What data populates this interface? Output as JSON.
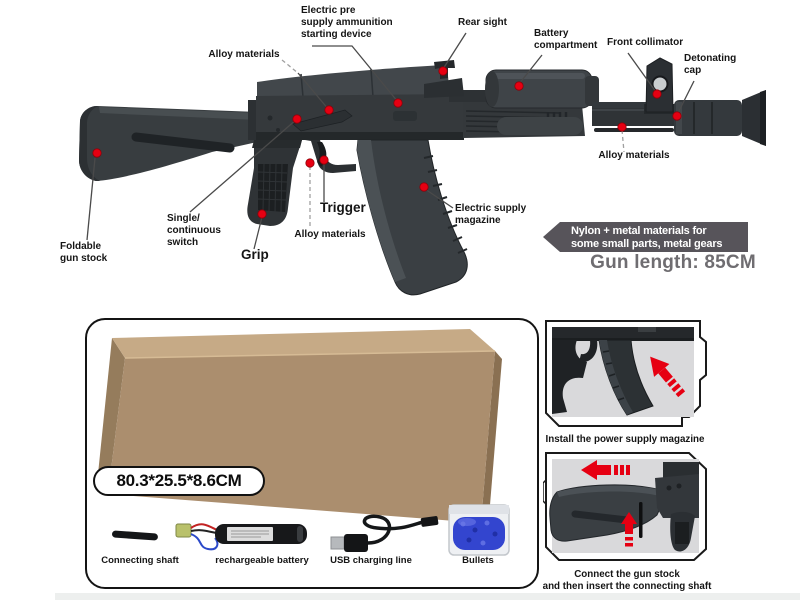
{
  "diagram": {
    "labels": {
      "alloy_top": "Alloy materials",
      "electric_pre": "Electric pre\nsupply ammunition\nstarting device",
      "rear_sight": "Rear sight",
      "battery": "Battery\ncompartment",
      "front_collimator": "Front collimator",
      "detonating_cap": "Detonating\ncap",
      "alloy_barrel": "Alloy materials",
      "magazine": "Electric supply\nmagazine",
      "trigger": "Trigger",
      "alloy_trigger": "Alloy materials",
      "selector": "Single/\ncontinuous\nswitch",
      "grip": "Grip",
      "stock": "Foldable\ngun stock"
    },
    "materials_banner": "Nylon + metal materials for\nsome small parts, metal gears",
    "gun_length": "Gun length: 85CM"
  },
  "package": {
    "box_dimensions": "80.3*25.5*8.6CM",
    "accessories": {
      "connecting_shaft": "Connecting shaft",
      "battery": "rechargeable battery",
      "usb": "USB charging line",
      "bullets": "Bullets"
    }
  },
  "instructions": {
    "step1": "Install the power supply magazine",
    "step2": "Connect the gun stock\nand then insert the connecting shaft"
  },
  "colors": {
    "accent_red": "#e60012",
    "banner_gray": "#57545a",
    "panel_gray": "#d9d9db",
    "box_tan": "#ab8e6e",
    "bullets_blue": "#3345cf"
  }
}
